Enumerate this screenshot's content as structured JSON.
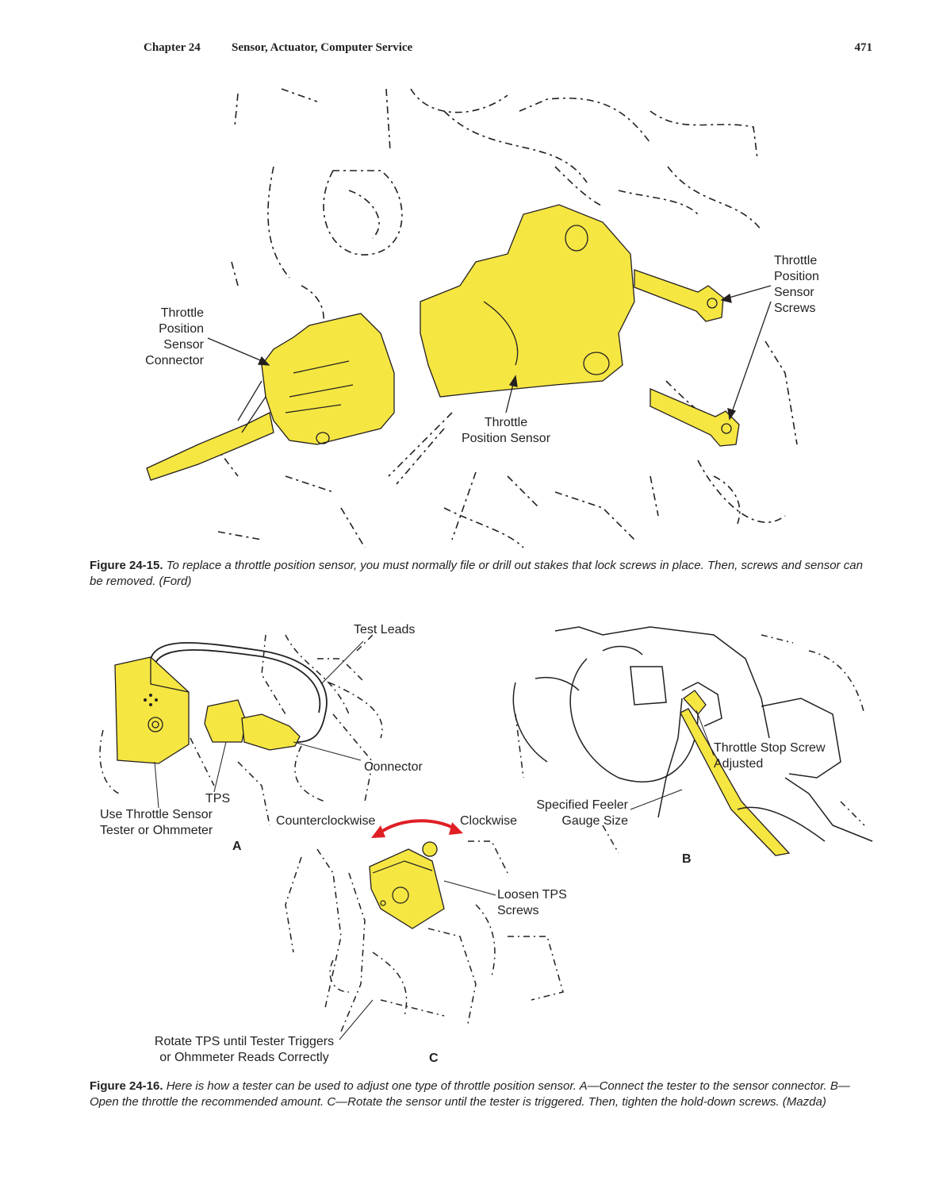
{
  "header": {
    "chapter": "Chapter 24",
    "title": "Sensor, Actuator, Computer Service",
    "page_number": "471"
  },
  "figure_15": {
    "labels": {
      "connector": [
        "Throttle",
        "Position",
        "Sensor",
        "Connector"
      ],
      "sensor": [
        "Throttle",
        "Position Sensor"
      ],
      "screws": [
        "Throttle",
        "Position",
        "Sensor",
        "Screws"
      ]
    },
    "caption_number": "Figure 24-15.",
    "caption_text": "To replace a throttle position sensor, you must normally file or drill out stakes that lock screws in place. Then, screws and sensor can be removed. (Ford)"
  },
  "figure_16": {
    "labels": {
      "test_leads": "Test Leads",
      "connector": "Connector",
      "tps": "TPS",
      "tester": [
        "Use Throttle Sensor",
        "Tester or Ohmmeter"
      ],
      "panel_a": "A",
      "counterclockwise": "Counterclockwise",
      "clockwise": "Clockwise",
      "feeler": [
        "Specified Feeler",
        "Gauge Size"
      ],
      "stop_screw": [
        "Throttle Stop Screw",
        "Adjusted"
      ],
      "panel_b": "B",
      "loosen": [
        "Loosen TPS",
        "Screws"
      ],
      "rotate": [
        "Rotate TPS until Tester Triggers",
        "or Ohmmeter Reads Correctly"
      ],
      "panel_c": "C"
    },
    "caption_number": "Figure 24-16.",
    "caption_text": "Here is how a tester can be used to adjust one type of throttle position sensor. A—Connect the tester to the sensor connector. B—Open the throttle the recommended amount. C—Rotate the sensor until the tester is triggered. Then, tighten the hold-down screws. (Mazda)"
  },
  "colors": {
    "highlight": "#f5e642",
    "arrow_red": "#e01f26",
    "line": "#231f20"
  }
}
